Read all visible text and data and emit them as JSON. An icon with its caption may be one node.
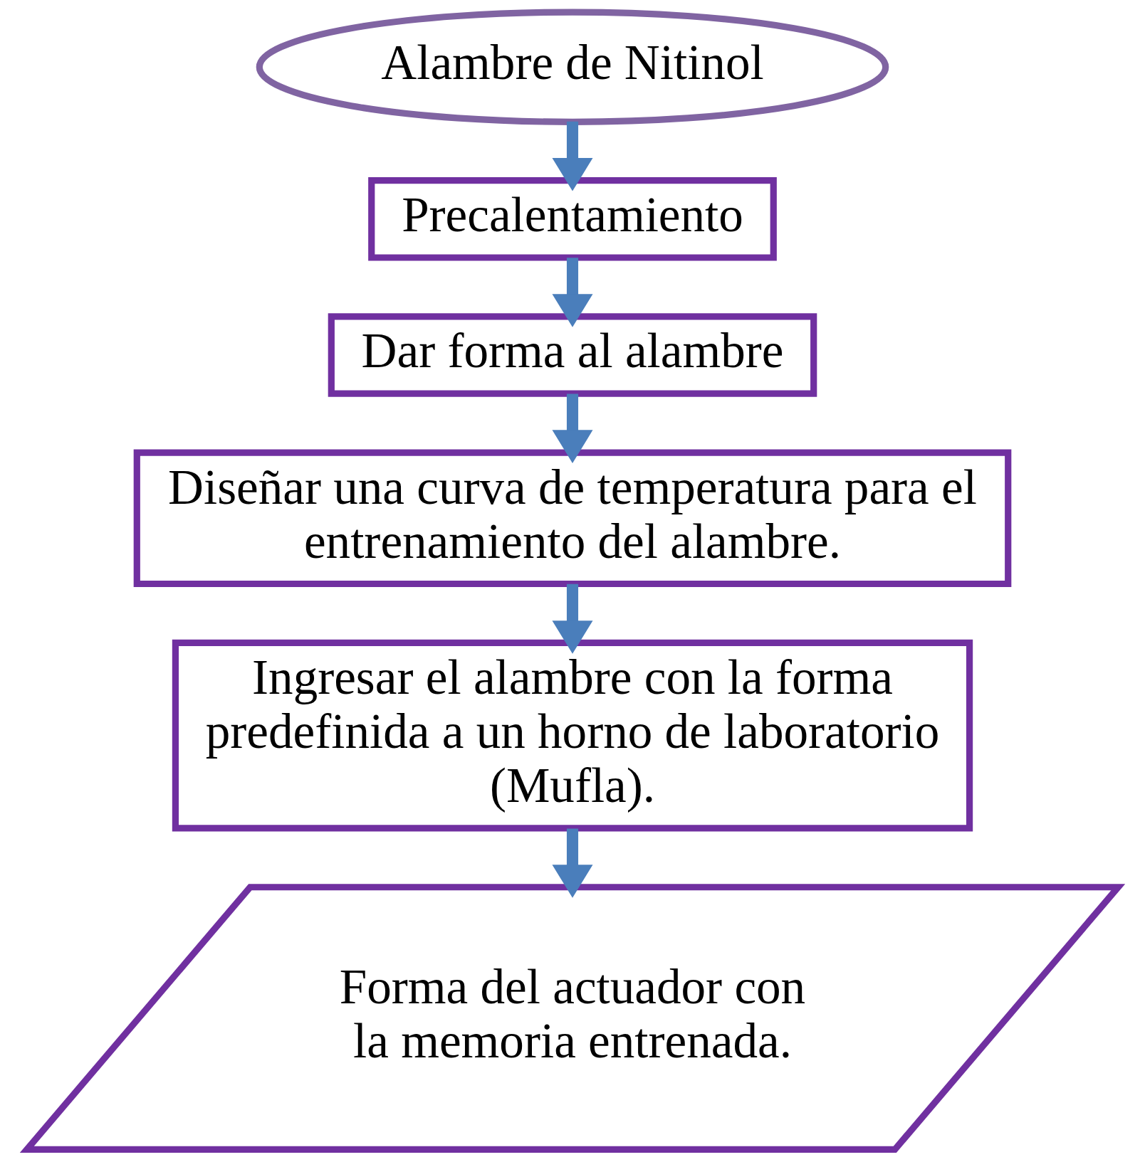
{
  "diagram": {
    "nodes": [
      {
        "text": [
          "Alambre de Nitinol"
        ]
      },
      {
        "text": [
          "Precalentamiento"
        ]
      },
      {
        "text": [
          "Dar forma al alambre"
        ]
      },
      {
        "text": [
          "Diseñar una curva de temperatura para el entrenamiento del alambre."
        ]
      },
      {
        "text": [
          "Ingresar el alambre con la forma predefinida a un horno de laboratorio (Mufla)."
        ]
      },
      {
        "text": [
          "Forma del actuador con la memoria entrenada."
        ]
      }
    ],
    "edges": [
      {
        "from": 0,
        "to": 1,
        "arrow": "to"
      },
      {
        "from": 1,
        "to": 2,
        "arrow": "to"
      },
      {
        "from": 2,
        "to": 3,
        "arrow": "to"
      },
      {
        "from": 3,
        "to": 4,
        "arrow": "to"
      },
      {
        "from": 4,
        "to": 5,
        "arrow": "to"
      }
    ]
  }
}
